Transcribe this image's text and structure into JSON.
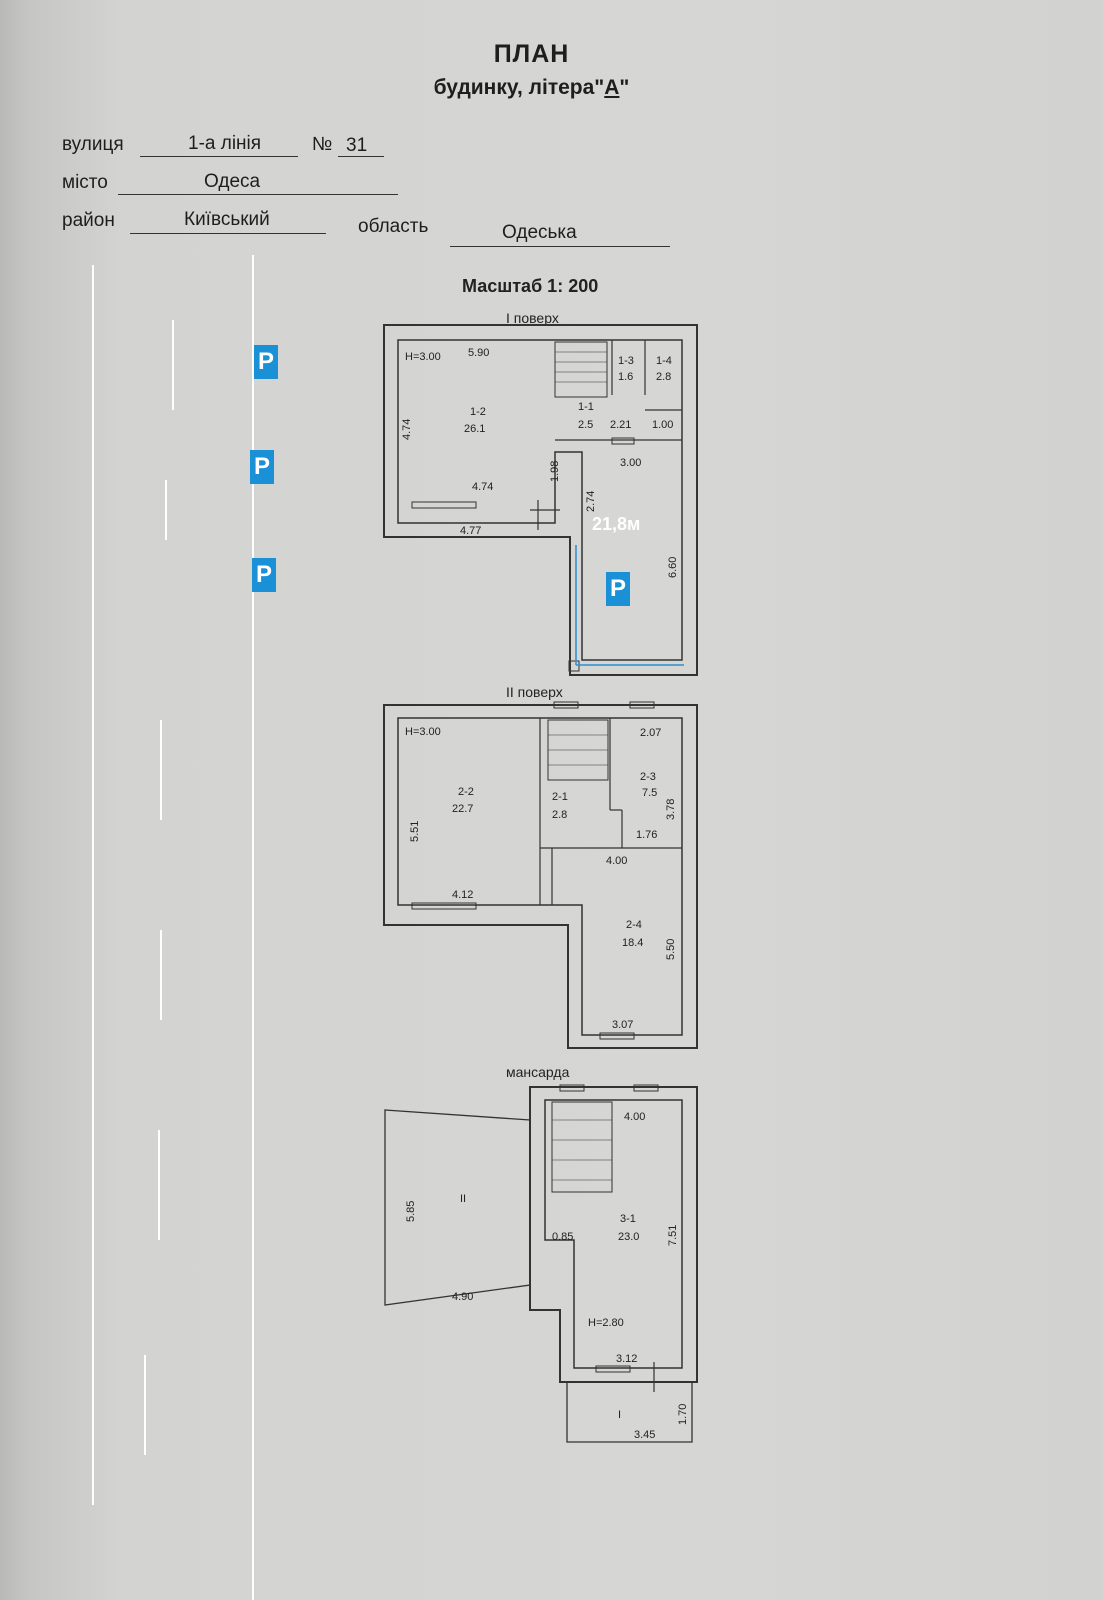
{
  "header": {
    "title": "ПЛАН",
    "subtitle_prefix": "будинку, літера\"",
    "litera": "А",
    "subtitle_suffix": "\""
  },
  "address": {
    "street_label": "вулиця",
    "street_value": "1-а лінія",
    "number_label": "№",
    "number_value": "31",
    "city_label": "місто",
    "city_value": "Одеса",
    "district_label": "район",
    "district_value": "Київський",
    "region_label": "область",
    "region_value": "Одеська"
  },
  "scale": "Масштаб 1: 200",
  "floors": {
    "f1": {
      "label": "І поверх",
      "height": "H=3.00",
      "dims": [
        "5.90",
        "4.74",
        "4.74",
        "4.77",
        "1.98",
        "2.74",
        "2.21",
        "1.00",
        "3.00",
        "6.60"
      ],
      "rooms": [
        {
          "id": "1-2",
          "area": "26.1"
        },
        {
          "id": "1-1",
          "area": "2.5"
        },
        {
          "id": "1-3",
          "area": "1.6"
        },
        {
          "id": "1-4",
          "area": "2.8"
        }
      ],
      "annotation": "21,8м",
      "parking": "P"
    },
    "f2": {
      "label": "ІІ поверх",
      "height": "H=3.00",
      "dims": [
        "5.51",
        "4.12",
        "2.07",
        "3.78",
        "1.76",
        "4.00",
        "5.50",
        "3.07"
      ],
      "rooms": [
        {
          "id": "2-2",
          "area": "22.7"
        },
        {
          "id": "2-1",
          "area": "2.8"
        },
        {
          "id": "2-3",
          "area": "7.5"
        },
        {
          "id": "2-4",
          "area": "18.4"
        }
      ]
    },
    "f3": {
      "label": "мансарда",
      "height": "H=2.80",
      "dims": [
        "4.00",
        "5.85",
        "7.51",
        "0.85",
        "4.90",
        "3.12",
        "3.45",
        "1.70"
      ],
      "rooms": [
        {
          "id": "3-1",
          "area": "23.0"
        }
      ],
      "marks": [
        "ІІ",
        "І"
      ]
    }
  },
  "parking_badges": [
    "P",
    "P",
    "P"
  ],
  "colors": {
    "parking": "#1a90d6",
    "annotation_line": "#2a8fd0"
  }
}
